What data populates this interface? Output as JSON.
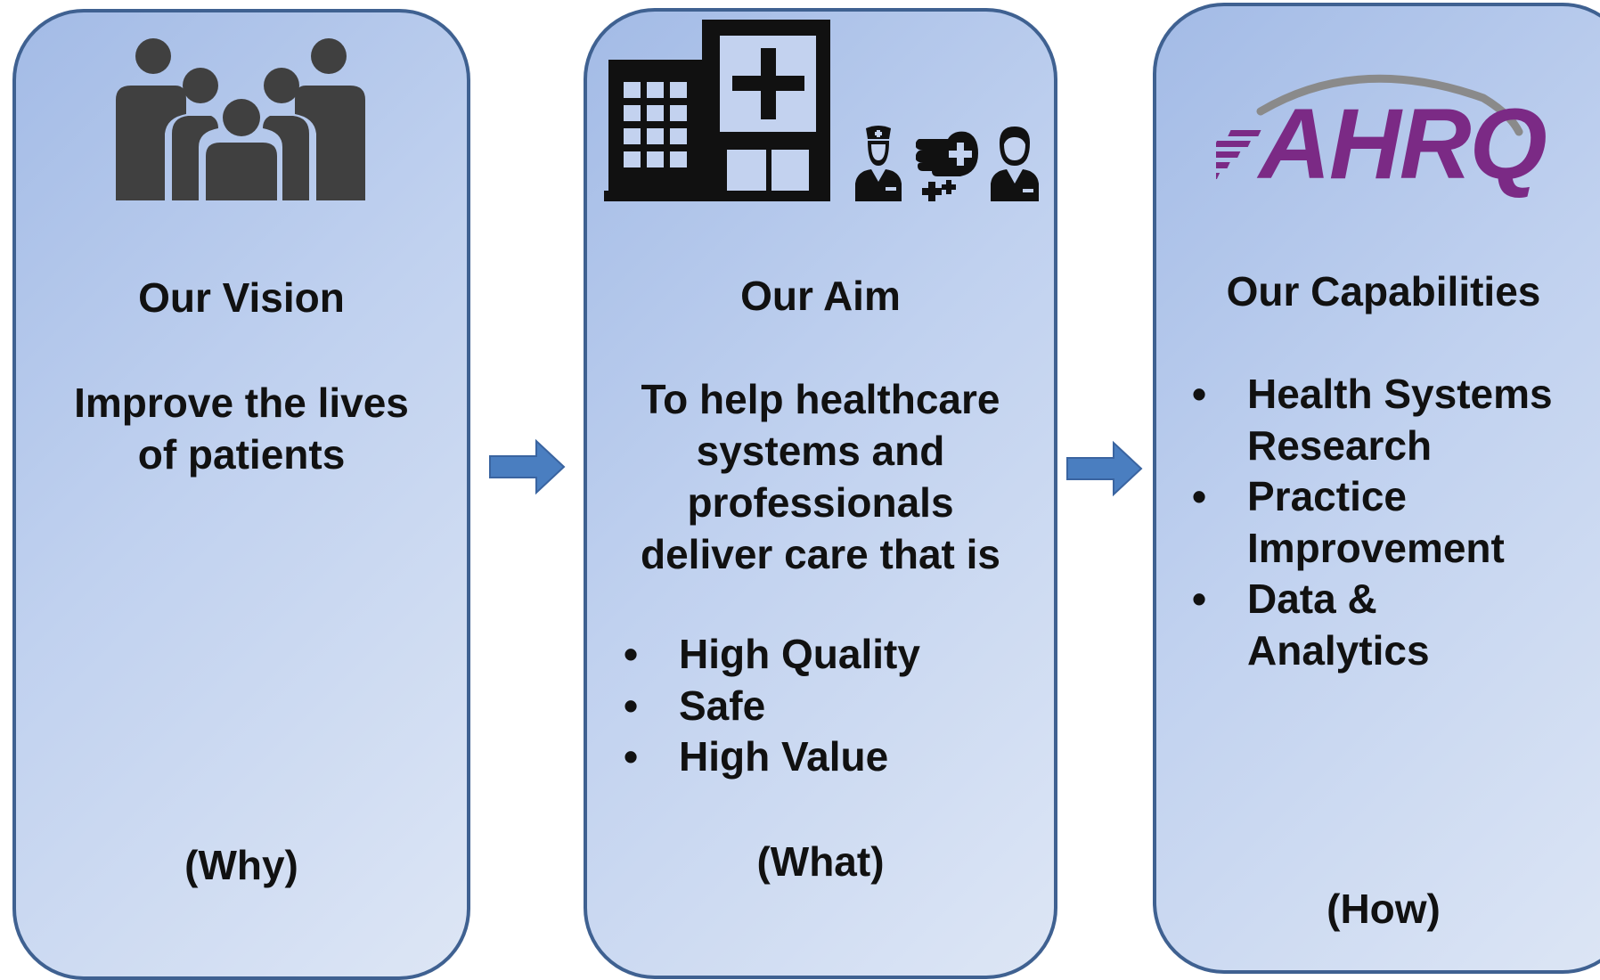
{
  "vision": {
    "title": "Our Vision",
    "text_line1": "Improve the lives",
    "text_line2": "of patients",
    "footer": "(Why)"
  },
  "aim": {
    "title": "Our Aim",
    "text_lines": [
      "To help healthcare",
      "systems and",
      "professionals",
      "deliver care that is"
    ],
    "bullets": [
      "High Quality",
      "Safe",
      "High Value"
    ],
    "footer": "(What)"
  },
  "capabilities": {
    "logo_text": "AHRQ",
    "title": "Our Capabilities",
    "bullets": [
      {
        "line1": "Health Systems",
        "line2": "Research"
      },
      {
        "line1": "Practice",
        "line2": "Improvement"
      },
      {
        "line1": "Data &",
        "line2": "Analytics"
      }
    ],
    "footer": "(How)"
  },
  "colors": {
    "panel_border": "#3f6191",
    "panel_fill_start": "#a3bbe6",
    "panel_fill_end": "#dde6f5",
    "arrow": "#4a7ec0",
    "icon_gray": "#404040",
    "logo_purple": "#7b2a85",
    "logo_arc": "#8a8a8a"
  },
  "icons": [
    "people-group-icon",
    "hospital-building-icon",
    "nurse-icon",
    "medical-hand-icon",
    "doctor-icon",
    "ahrq-logo",
    "right-arrow-icon"
  ]
}
